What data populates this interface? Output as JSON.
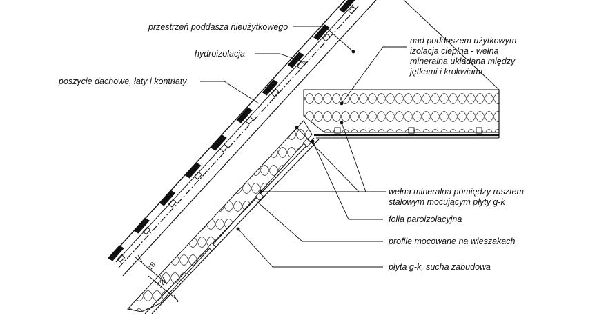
{
  "labels": {
    "attic_space": "przestrzeń poddasza nieużytkowego",
    "waterproofing": "hydroizolacja",
    "roof_covering": "poszycie dachowe, łaty i kontrłaty",
    "insulation_line1": "nad poddaszem użytkowym",
    "insulation_line2": "izolacja cieplna - wełna",
    "insulation_line3": "mineralna układana między",
    "insulation_line4": "jętkami i krokwiami",
    "wool_line1": "wełna mineralna pomiędzy rusztem",
    "wool_line2": "stalowym mocującym płyty g-k",
    "vapor_barrier": "folia paroizolacyjna",
    "profiles": "profile mocowane na wieszakach",
    "gk_board": "płyta g-k, sucha zabudowa"
  },
  "dimensions": {
    "dim1": "18",
    "dim2": "12"
  },
  "colors": {
    "line": "#111111",
    "background": "#ffffff"
  }
}
